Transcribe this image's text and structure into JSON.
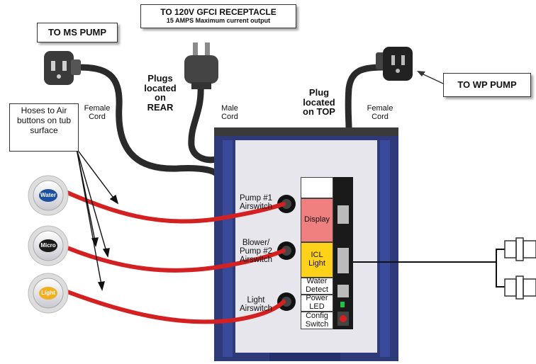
{
  "top_callout": {
    "line1": "TO 120V GFCI RECEPTACLE",
    "line2": "15 AMPS Maximum current output"
  },
  "ms_pump_callout": "TO MS PUMP",
  "wp_pump_callout": "TO WP PUMP",
  "hoses_callout": "Hoses to Air buttons on tub surface",
  "plugs_rear": {
    "l1": "Plugs",
    "l2": "located",
    "l3": "on",
    "l4": "REAR"
  },
  "plug_top": {
    "l1": "Plug",
    "l2": "located",
    "l3": "on  TOP"
  },
  "cord_labels": {
    "female_left": {
      "l1": "Female",
      "l2": "Cord"
    },
    "male": {
      "l1": "Male",
      "l2": "Cord"
    },
    "female_right": {
      "l1": "Female",
      "l2": "Cord"
    }
  },
  "airswitch_labels": {
    "pump1": {
      "l1": "Pump #1",
      "l2": "Airswitch"
    },
    "blower": {
      "l1": "Blower/",
      "l2": "Pump #2",
      "l3": "Airswitch"
    },
    "light": {
      "l1": "Light",
      "l2": "Airswitch"
    }
  },
  "panel": {
    "display": "Display",
    "icl": {
      "l1": "ICL",
      "l2": "Light"
    },
    "water": {
      "l1": "Water",
      "l2": "Detect"
    },
    "power": {
      "l1": "Power",
      "l2": "LED"
    },
    "config": {
      "l1": "Config",
      "l2": "Switch"
    }
  },
  "buttons": {
    "water": "Water",
    "micro": "Micro",
    "light": "Light"
  },
  "colors": {
    "hose": "#d42020",
    "cord": "#2a2a2a",
    "box_frame": "#2e3a7a",
    "box_body": "#e6e6ec",
    "display_fill": "#f08080",
    "icl_fill": "#ffd21a"
  }
}
